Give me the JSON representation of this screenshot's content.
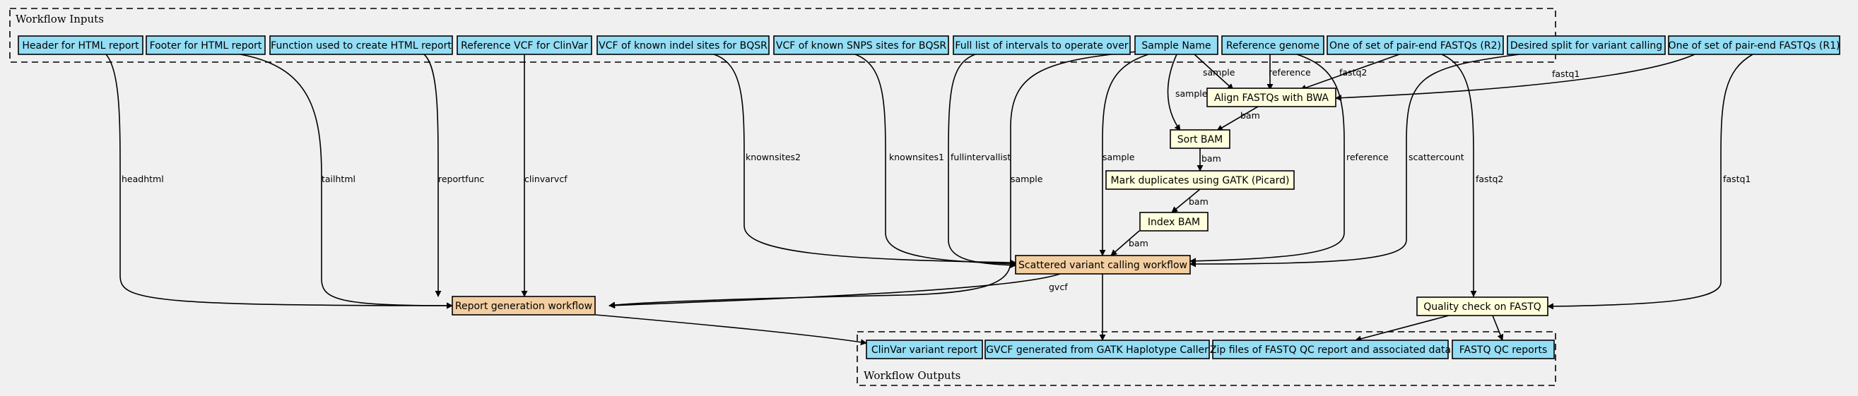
{
  "clusters": {
    "inputs_label": "Workflow Inputs",
    "outputs_label": "Workflow Outputs"
  },
  "colors": {
    "io_node": "#94ddf4",
    "step_node": "#ffffdd",
    "subworkflow_node": "#f3cea1",
    "background": "#f0f0f0"
  },
  "nodes": {
    "in_headhtml": "Header for HTML report",
    "in_tailhtml": "Footer for HTML report",
    "in_reportfunc": "Function used to create HTML report",
    "in_clinvarvcf": "Reference VCF for ClinVar",
    "in_knownsites2": "VCF of known indel sites for BQSR",
    "in_knownsites1": "VCF of known SNPS sites for BQSR",
    "in_fullintervallist": "Full list of intervals to operate over",
    "in_sample": "Sample Name",
    "in_reference": "Reference genome",
    "in_fastq2": "One of set of pair-end FASTQs (R2)",
    "in_scattercount": "Desired split for variant calling",
    "in_fastq1": "One of set of pair-end FASTQs (R1)",
    "step_align": "Align FASTQs with BWA",
    "step_sort": "Sort BAM",
    "step_markdup": "Mark duplicates using GATK (Picard)",
    "step_index": "Index BAM",
    "step_scatter": "Scattered variant calling workflow",
    "step_report": "Report generation workflow",
    "step_qc": "Quality check on FASTQ",
    "out_clinvar": "ClinVar variant report",
    "out_gvcf": "GVCF generated from GATK Haplotype Caller",
    "out_qczip": "Zip files of FASTQ QC report and associated data",
    "out_qcreports": "FASTQ QC reports"
  },
  "edge_labels": {
    "headhtml": "headhtml",
    "tailhtml": "tailhtml",
    "reportfunc": "reportfunc",
    "clinvarvcf": "clinvarvcf",
    "knownsites2": "knownsites2",
    "knownsites1": "knownsites1",
    "fullintervallist": "fullintervallist",
    "sample_report": "sample",
    "sample_scatter": "sample",
    "sample_sort": "sample",
    "sample_align": "sample",
    "reference_align": "reference",
    "reference_scatter": "reference",
    "fastq2_align": "fastq2",
    "fastq2_qc": "fastq2",
    "scattercount": "scattercount",
    "fastq1_align": "fastq1",
    "fastq1_qc": "fastq1",
    "bam_align_sort": "bam",
    "bam_sort_markdup": "bam",
    "bam_markdup_index": "bam",
    "bam_index_scatter": "bam",
    "gvcf": "gvcf"
  }
}
